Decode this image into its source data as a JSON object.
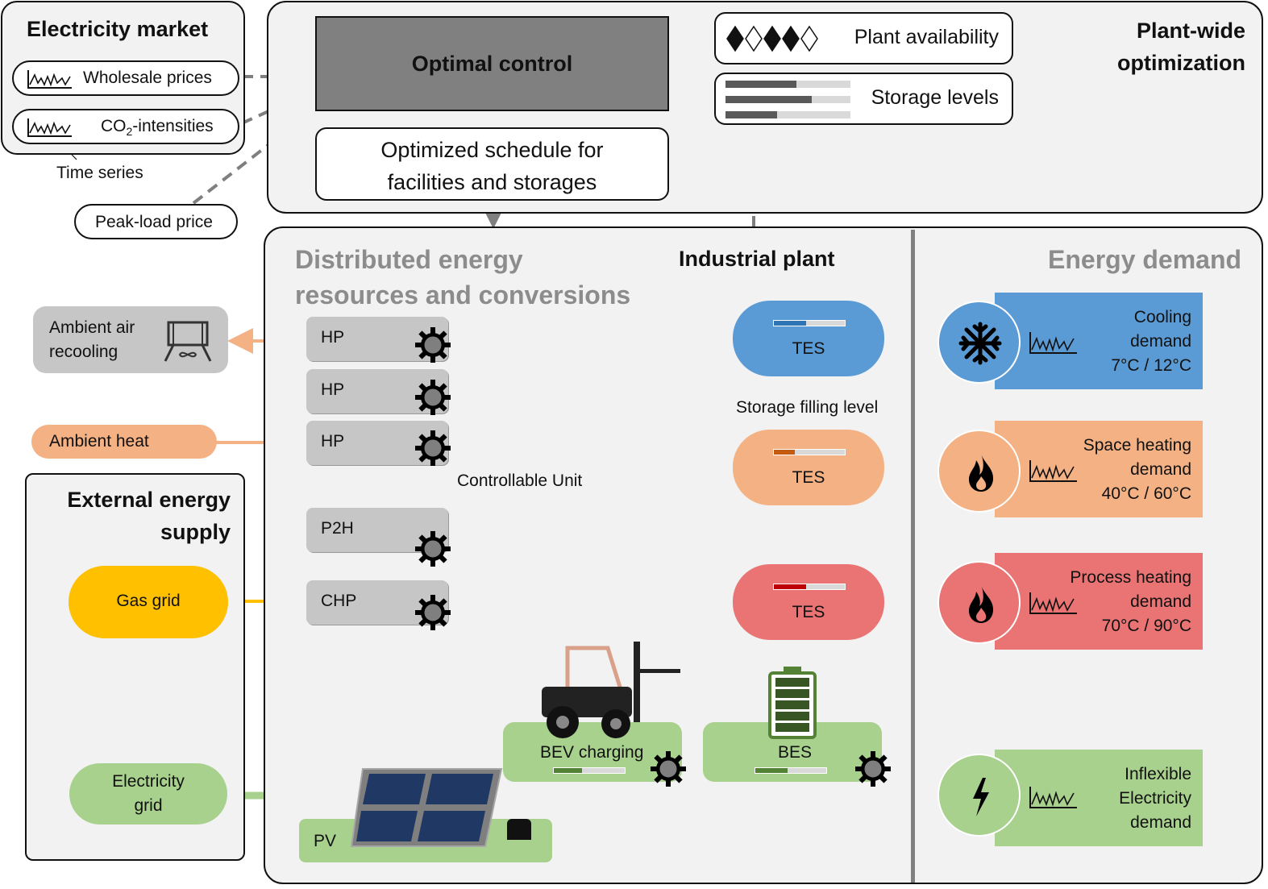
{
  "electricity_market": {
    "title": "Electricity market",
    "wholesale": "Wholesale prices",
    "co2": "CO",
    "co2_sub": "2",
    "co2_suffix": "-intensities",
    "time_series": "Time series",
    "peak_load": "Peak-load price"
  },
  "plant_wide": {
    "title_line1": "Plant-wide",
    "title_line2": "optimization",
    "optimal_control": "Optimal control",
    "schedule_line1": "Optimized schedule for",
    "schedule_line2": "facilities and storages",
    "plant_availability": "Plant availability",
    "storage_levels": "Storage levels",
    "availability_pattern": [
      "filled",
      "empty",
      "filled",
      "filled",
      "empty"
    ],
    "storage_level_fractions": [
      0.57,
      0.69,
      0.41
    ]
  },
  "industrial_plant": {
    "title": "Industrial plant",
    "der_line1": "Distributed energy",
    "der_line2": "resources and conversions",
    "units": [
      "HP",
      "HP",
      "HP",
      "P2H",
      "CHP"
    ],
    "tes_label": "TES",
    "storage_filling_level": "Storage filling level",
    "controllable_unit": "Controllable Unit",
    "bev_charging": "BEV charging",
    "bes": "BES",
    "pv": "PV"
  },
  "external_supply": {
    "title_line1": "External energy",
    "title_line2": "supply",
    "gas_grid": "Gas grid",
    "electricity_grid_line1": "Electricity",
    "electricity_grid_line2": "grid",
    "ambient_air_line1": "Ambient air",
    "ambient_air_line2": "recooling",
    "ambient_heat": "Ambient heat"
  },
  "energy_demand": {
    "title": "Energy demand",
    "cooling": [
      "Cooling",
      "demand",
      "7°C / 12°C"
    ],
    "space_heating": [
      "Space heating",
      "demand",
      "40°C / 60°C"
    ],
    "process_heating": [
      "Process heating",
      "demand",
      "70°C / 90°C"
    ],
    "inflexible": [
      "Inflexible",
      "Electricity",
      "demand"
    ]
  },
  "colors": {
    "cooling": "#5b9bd5",
    "space_heating": "#f4b183",
    "process_heating": "#e97473",
    "electricity": "#a9d18e",
    "gas": "#ffc000",
    "unit_grey": "#c6c6c6",
    "control_grey": "#808080"
  }
}
